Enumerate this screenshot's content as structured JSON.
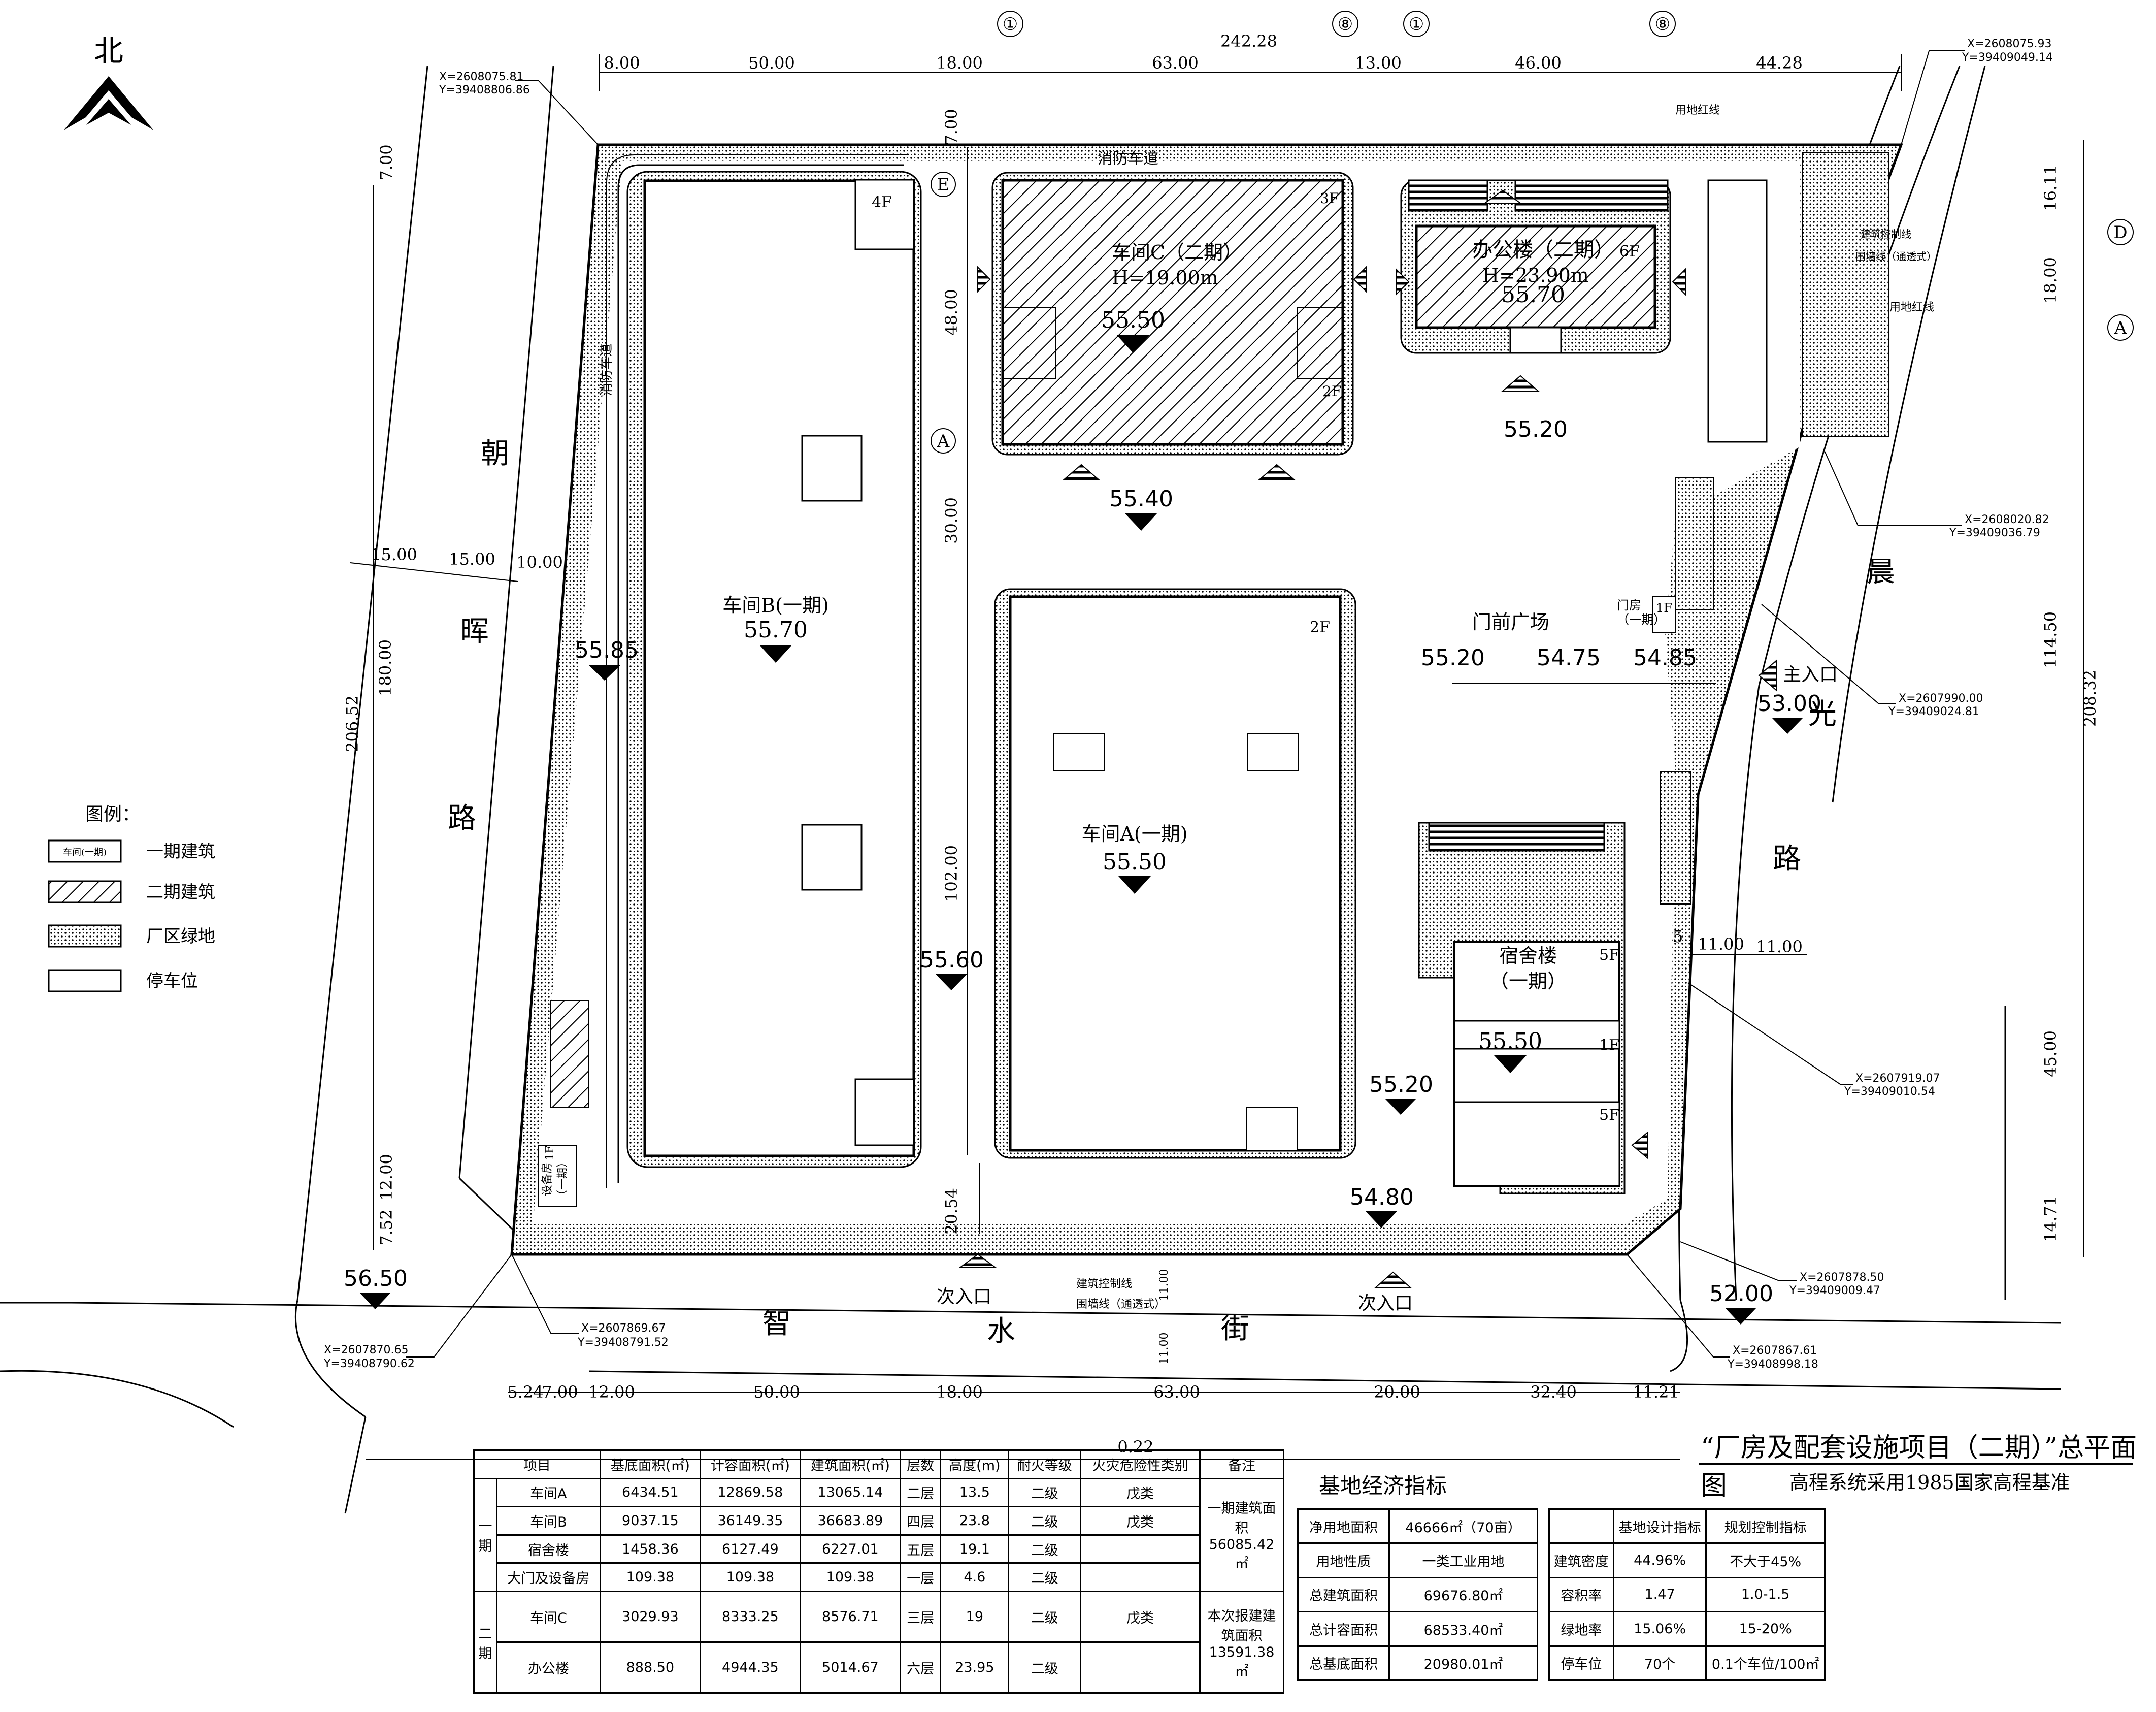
{
  "north": "北",
  "streets": {
    "west": [
      "朝",
      "晖",
      "路"
    ],
    "east": [
      "晨",
      "光",
      "路"
    ],
    "south": [
      "智",
      "水",
      "街"
    ]
  },
  "axes": {
    "a1": "①",
    "a8": "⑧",
    "b1": "①",
    "b8": "⑧",
    "e": "E",
    "a_left": "A",
    "d": "D",
    "a_right": "A"
  },
  "top_dims": {
    "total": "242.28",
    "seg": [
      "8.00",
      "50.00",
      "18.00",
      "63.00",
      "13.00",
      "46.00",
      "44.28"
    ]
  },
  "bottom_dims": {
    "total": "0.22",
    "seg": [
      "5.24",
      "7.00",
      "12.00",
      "50.00",
      "18.00",
      "63.00",
      "20.00",
      "32.40",
      "11.21"
    ]
  },
  "left_dims": {
    "outer": "206.52",
    "inner": "180.00",
    "top": "7.00",
    "bottom1": "12.00",
    "bottom2": "7.52",
    "w1": "15.00",
    "w2": "15.00",
    "w3": "10.00"
  },
  "right_dims": {
    "outer": "208.32",
    "d1": "16.11",
    "d2": "18.00",
    "d3": "114.50",
    "d4": "45.00",
    "d5": "14.71",
    "e1": "11.00",
    "e2": "11.00",
    "e3": "5"
  },
  "inner_dims": {
    "v1": "7.00",
    "v2": "48.00",
    "v3": "30.00",
    "v4": "102.00",
    "v5": "20.54",
    "s1": "11.00",
    "s2": "11.00"
  },
  "coords": {
    "nw": [
      "X=2608075.81",
      "Y=39408806.86"
    ],
    "ne": [
      "X=2608075.93",
      "Y=39409049.14"
    ],
    "e1": [
      "X=2608020.82",
      "Y=39409036.79"
    ],
    "e2": [
      "X=2607990.00",
      "Y=39409024.81"
    ],
    "e3": [
      "X=2607919.07",
      "Y=39409010.54"
    ],
    "e4": [
      "X=2607878.50",
      "Y=39409009.47"
    ],
    "se": [
      "X=2607867.61",
      "Y=39408998.18"
    ],
    "sw1": [
      "X=2607869.67",
      "Y=39408791.52"
    ],
    "sw2": [
      "X=2607870.65",
      "Y=39408790.62"
    ]
  },
  "labels": {
    "red_line_1": "用地红线",
    "red_line_2": "用地红线",
    "build_ctrl_1": "建筑控制线",
    "wall_1": "围墙线（通透式）",
    "build_ctrl_2": "建筑控制线",
    "wall_2": "围墙线（通透式）",
    "fire_road_top": "消防车道",
    "fire_road_left": "消防车道",
    "plaza": "门前广场",
    "main_entry": "主入口",
    "side_entry_1": "次入口",
    "side_entry_2": "次入口",
    "gate_house": [
      "门房",
      "（一期）"
    ],
    "gate_1f": "1F",
    "equip_room": [
      "设备房",
      "（一期）"
    ],
    "equip_1f": "1F"
  },
  "buildings": {
    "b": {
      "name": "车间B(一期)",
      "floors": "4F",
      "elev": "55.70"
    },
    "c": {
      "name": "车间C（二期）",
      "height": "H=19.00m",
      "floors_top": "3F",
      "floors_bot": "2F",
      "elev": "55.50"
    },
    "office": {
      "name": "办公楼（二期）",
      "floors": "6F",
      "height": "H=23.90m",
      "elev": "55.70"
    },
    "a": {
      "name": "车间A(一期)",
      "floors": "2F",
      "elev": "55.50"
    },
    "dorm": {
      "name": [
        "宿舍楼",
        "（一期）"
      ],
      "f1": "5F",
      "f2": "1F",
      "f3": "5F",
      "elev": "55.50"
    }
  },
  "elevations": [
    "55.85",
    "55.40",
    "55.20",
    "55.20",
    "54.75",
    "54.85",
    "53.00",
    "55.60",
    "55.20",
    "54.80",
    "56.50",
    "52.00"
  ],
  "legend": {
    "title": "图例：",
    "items": [
      {
        "sample": "车间(一期)",
        "label": "一期建筑"
      },
      {
        "sample": "",
        "label": "二期建筑"
      },
      {
        "sample": "",
        "label": "厂区绿地"
      },
      {
        "sample": "",
        "label": "停车位"
      }
    ]
  },
  "title": "“厂房及配套设施项目（二期）”总平面图",
  "subtitle": "高程系统采用1985国家高程基准",
  "building_table": {
    "headers": [
      "项目",
      "基底面积(㎡)",
      "计容面积(㎡)",
      "建筑面积(㎡)",
      "层数",
      "高度(m)",
      "耐火等级",
      "火灾危险性类别",
      "备注"
    ],
    "phase1_label": "一期",
    "phase2_label": "二期",
    "rows1": [
      [
        "车间A",
        "6434.51",
        "12869.58",
        "13065.14",
        "二层",
        "13.5",
        "二级",
        "戊类"
      ],
      [
        "车间B",
        "9037.15",
        "36149.35",
        "36683.89",
        "四层",
        "23.8",
        "二级",
        "戊类"
      ],
      [
        "宿舍楼",
        "1458.36",
        "6127.49",
        "6227.01",
        "五层",
        "19.1",
        "二级",
        ""
      ],
      [
        "大门及设备房",
        "109.38",
        "109.38",
        "109.38",
        "一层",
        "4.6",
        "二级",
        ""
      ]
    ],
    "rows2": [
      [
        "车间C",
        "3029.93",
        "8333.25",
        "8576.71",
        "三层",
        "19",
        "二级",
        "戊类"
      ],
      [
        "办公楼",
        "888.50",
        "4944.35",
        "5014.67",
        "六层",
        "23.95",
        "二级",
        ""
      ]
    ],
    "note1": "一期建筑面积56085.42㎡",
    "note2": "本次报建建筑面积13591.38㎡"
  },
  "site_table": {
    "title": "基地经济指标",
    "rows": [
      [
        "净用地面积",
        "46666㎡（70亩）"
      ],
      [
        "用地性质",
        "一类工业用地"
      ],
      [
        "总建筑面积",
        "69676.80㎡"
      ],
      [
        "总计容面积",
        "68533.40㎡"
      ],
      [
        "总基底面积",
        "20980.01㎡"
      ]
    ]
  },
  "design_table": {
    "headers": [
      "",
      "基地设计指标",
      "规划控制指标"
    ],
    "rows": [
      [
        "建筑密度",
        "44.96%",
        "不大于45%"
      ],
      [
        "容积率",
        "1.47",
        "1.0-1.5"
      ],
      [
        "绿地率",
        "15.06%",
        "15-20%"
      ],
      [
        "停车位",
        "70个",
        "0.1个车位/100㎡"
      ]
    ]
  }
}
